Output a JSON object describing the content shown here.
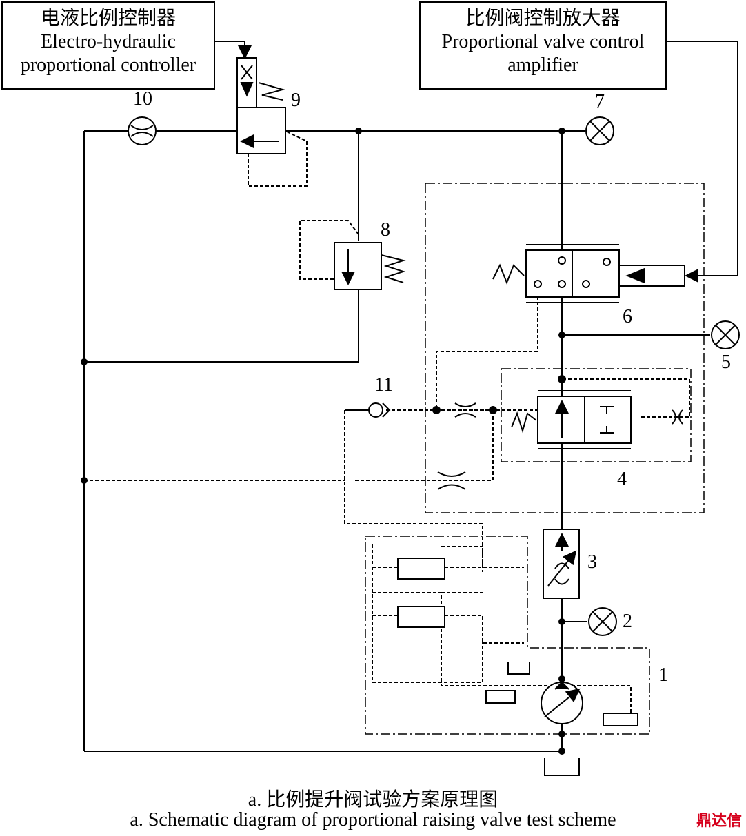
{
  "boxes": {
    "controller": {
      "line1": "电液比例控制器",
      "line2": "Electro-hydraulic",
      "line3": "proportional controller"
    },
    "amplifier": {
      "line1": "比例阀控制放大器",
      "line2": "Proportional valve control",
      "line3": "amplifier"
    }
  },
  "component_numbers": {
    "n1": "1",
    "n2": "2",
    "n3": "3",
    "n4": "4",
    "n5": "5",
    "n6": "6",
    "n7": "7",
    "n8": "8",
    "n9": "9",
    "n10": "10",
    "n11": "11"
  },
  "caption": {
    "cn": "a. 比例提升阀试验方案原理图",
    "en": "a. Schematic diagram of proportional raising valve test scheme"
  },
  "watermark": {
    "text": "鼎达信"
  }
}
